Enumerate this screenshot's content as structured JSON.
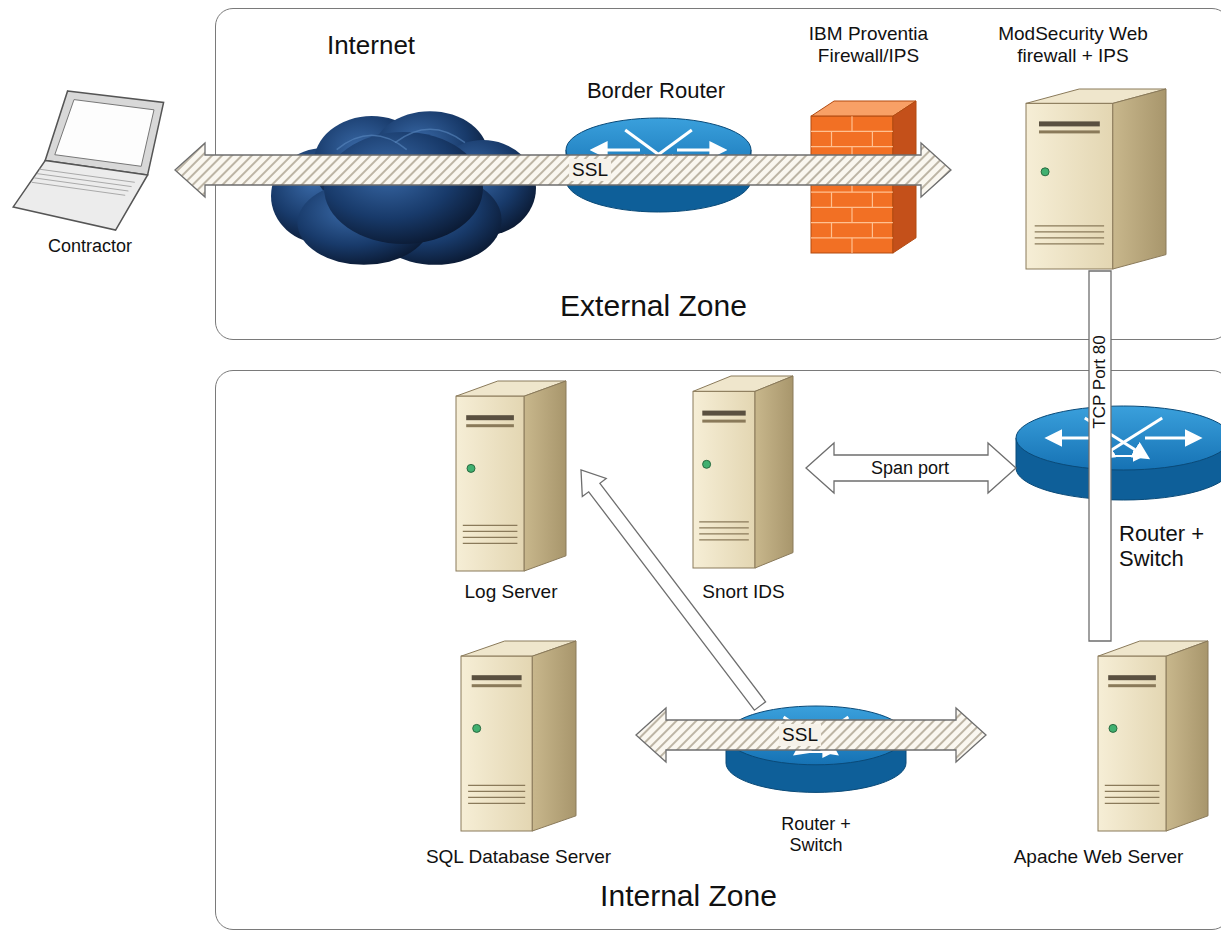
{
  "diagram": {
    "nodes": [
      {
        "text": [
          "External Zone"
        ]
      },
      {
        "text": [
          "Contractor"
        ]
      },
      {
        "text": [
          "Internet"
        ],
        "in": 0
      },
      {
        "text": [
          "Border Router"
        ],
        "in": 0
      },
      {
        "text": [
          "IBM Proventia Firewall/IPS"
        ],
        "in": 0
      },
      {
        "text": [
          "ModSecurity Web firewall + IPS"
        ],
        "in": 0
      },
      {
        "text": [
          "Internal Zone"
        ]
      },
      {
        "text": [
          "Log Server"
        ],
        "in": 6
      },
      {
        "text": [
          "Snort IDS"
        ],
        "in": 6
      },
      {
        "text": [
          "Router + Switch"
        ],
        "in": 6
      },
      {
        "text": [
          "SQL Database Server"
        ],
        "in": 6
      },
      {
        "text": [
          "Router + Switch"
        ],
        "in": 6
      },
      {
        "text": [
          "Apache Web Server"
        ],
        "in": 6
      }
    ],
    "edges": [
      {
        "from": 1,
        "to": 5,
        "label": "SSL",
        "arrow": "both"
      },
      {
        "from": 5,
        "to": 12,
        "label": "TCP Port 80",
        "arrow": "none"
      },
      {
        "from": 8,
        "to": 9,
        "label": "Span port",
        "arrow": "both"
      },
      {
        "from": 10,
        "to": 12,
        "label": "SSL",
        "arrow": "both"
      },
      {
        "from": 11,
        "to": 7,
        "arrow": "to"
      }
    ]
  }
}
